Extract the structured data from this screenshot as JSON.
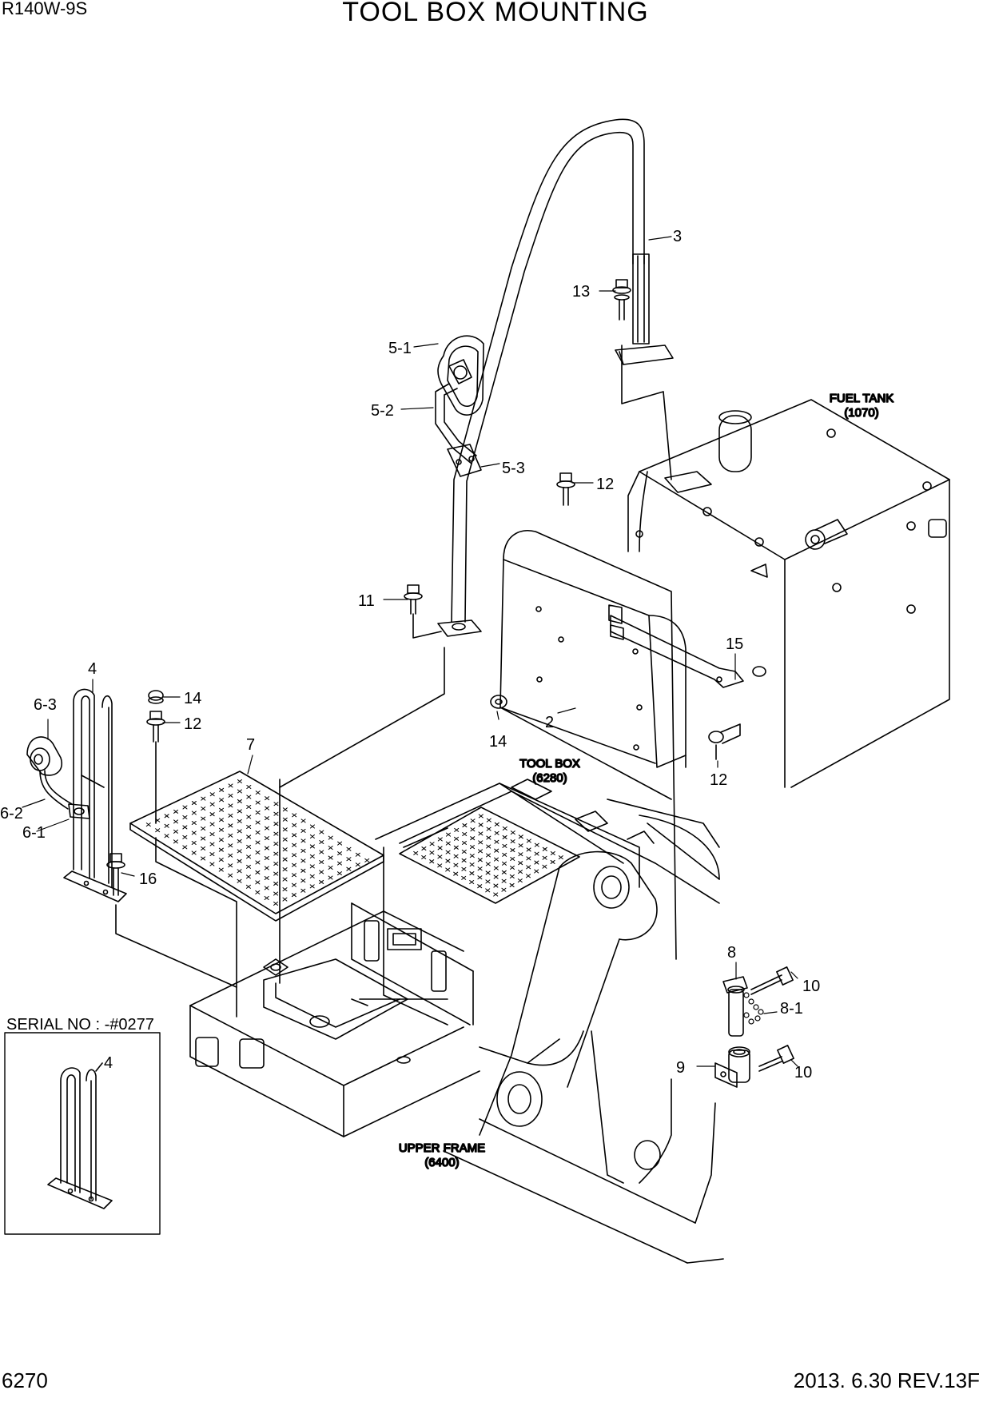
{
  "header": {
    "model": "R140W-9S",
    "title": "TOOL BOX MOUNTING"
  },
  "footer": {
    "page_number": "6270",
    "revision": "2013. 6.30  REV.13F"
  },
  "references": {
    "fuel_tank": "FUEL TANK",
    "fuel_tank_code": "(1070)",
    "tool_box": "TOOL BOX",
    "tool_box_code": "(6280)",
    "upper_frame": "UPPER FRAME",
    "upper_frame_code": "(6400)"
  },
  "inset": {
    "serial_label": "SERIAL NO : -#0277",
    "part_label": "4"
  },
  "callouts": {
    "c3": "3",
    "c13": "13",
    "c5_1": "5-1",
    "c5_2": "5-2",
    "c5_3": "5-3",
    "c12_top": "12",
    "c11": "11",
    "c15": "15",
    "c4": "4",
    "c6_3": "6-3",
    "c14_left": "14",
    "c12_left": "12",
    "c7": "7",
    "c14_mid": "14",
    "c2": "2",
    "c12_right": "12",
    "c6_2": "6-2",
    "c6_1": "6-1",
    "c16": "16",
    "c8": "8",
    "c10_top": "10",
    "c8_1": "8-1",
    "c9": "9",
    "c10_bottom": "10"
  },
  "colors": {
    "line": "#000000",
    "background": "#ffffff"
  }
}
